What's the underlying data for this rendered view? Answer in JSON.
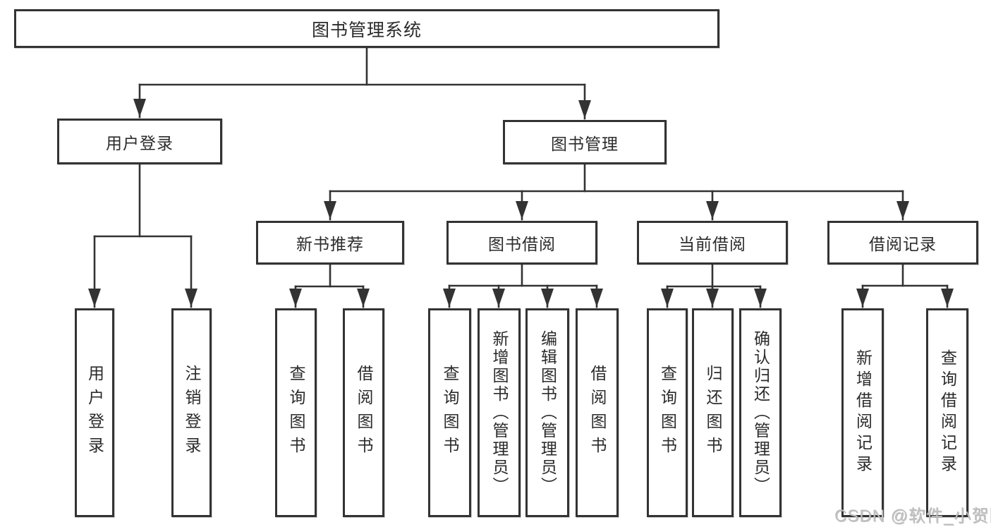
{
  "diagram": {
    "title": "图书管理系统",
    "root": "图书管理系统",
    "branches": [
      {
        "label": "用户登录",
        "children": [
          "用户登录",
          "注销登录"
        ]
      },
      {
        "label": "图书管理",
        "groups": [
          {
            "label": "新书推荐",
            "children": [
              "查询图书",
              "借阅图书"
            ]
          },
          {
            "label": "图书借阅",
            "children": [
              "查询图书",
              "新增图书（管理员）",
              "编辑图书（管理员）",
              "借阅图书"
            ]
          },
          {
            "label": "当前借阅",
            "children": [
              "查询图书",
              "归还图书",
              "确认归还（管理员）"
            ]
          },
          {
            "label": "借阅记录",
            "children": [
              "新增借阅记录",
              "查询借阅记录"
            ]
          }
        ]
      }
    ]
  },
  "watermark": "CSDN @软件_小贺同学",
  "colors": {
    "line": "#333333",
    "text": "#2b2b2b",
    "background": "#ffffff",
    "watermark": "#c0c0c0"
  }
}
